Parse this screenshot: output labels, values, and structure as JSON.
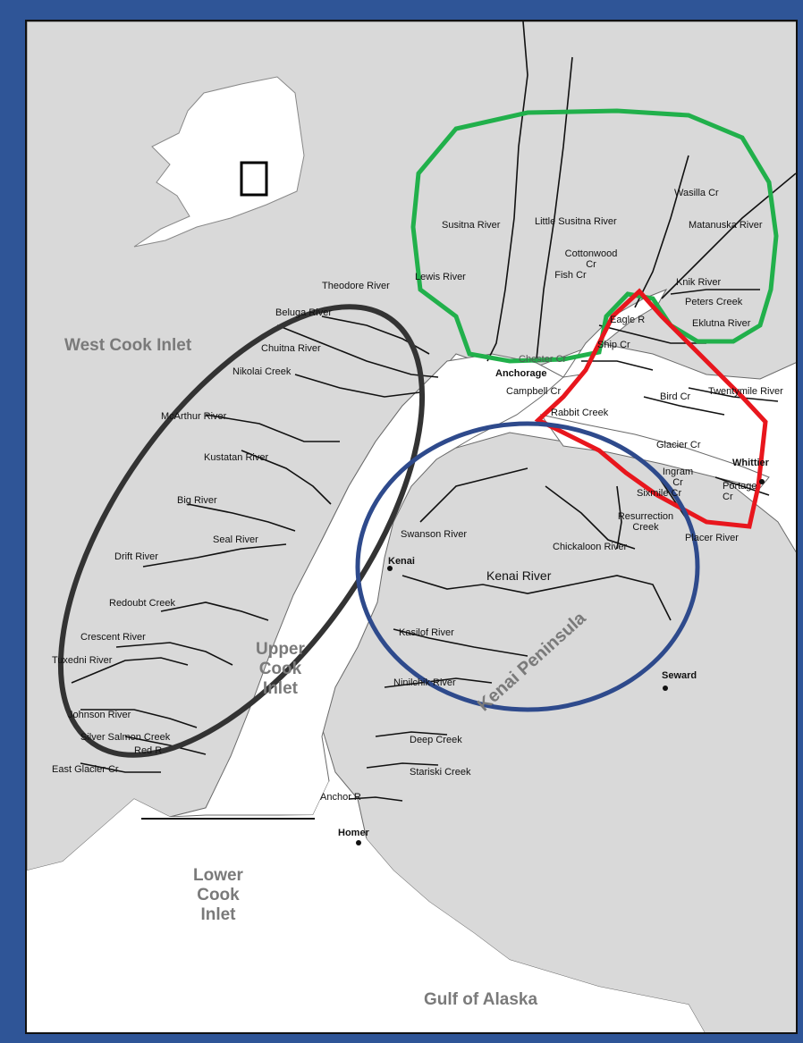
{
  "colors": {
    "background": "#2f5597",
    "land": "#d9d9d9",
    "water": "#ffffff",
    "river": "#111111",
    "zone_west": "#333333",
    "zone_north": "#21b04b",
    "zone_east": "#e8161d",
    "zone_south": "#2e4a8c"
  },
  "regions": {
    "west_cook_inlet": "West Cook Inlet",
    "upper_cook_inlet": "Upper\nCook\nInlet",
    "lower_cook_inlet": "Lower\nCook\nInlet",
    "kenai_peninsula": "Kenai Peninsula",
    "gulf_of_alaska": "Gulf of Alaska"
  },
  "towns": {
    "anchorage": "Anchorage",
    "kenai": "Kenai",
    "homer": "Homer",
    "seward": "Seward",
    "whittier": "Whittier"
  },
  "rivers_west": [
    "Theodore River",
    "Lewis River",
    "Beluga River",
    "Chuitna River",
    "Nikolai Creek",
    "McArthur River",
    "Kustatan River",
    "Big River",
    "Seal River",
    "Drift River",
    "Redoubt Creek",
    "Crescent River",
    "Tuxedni River",
    "Johnson River",
    "Silver Salmon Creek",
    "Red R",
    "East Glacier Cr"
  ],
  "rivers_north": [
    "Susitna River",
    "Little Susitna River",
    "Wasilla Cr",
    "Matanuska River",
    "Cottonwood Cr",
    "Fish Cr",
    "Knik River",
    "Peters Creek",
    "Eklutna River"
  ],
  "rivers_east": [
    "Eagle R",
    "Ship Cr",
    "Chester Cr",
    "Campbell Cr",
    "Rabbit Creek",
    "Bird Cr",
    "Twentymile River",
    "Glacier Cr",
    "Ingram Cr",
    "Sixmile Cr",
    "Portage Cr",
    "Resurrection Creek",
    "Placer River"
  ],
  "rivers_south": [
    "Swanson River",
    "Chickaloon River",
    "Kenai River",
    "Kasilof River",
    "Ninilchik River",
    "Deep Creek",
    "Stariski Creek",
    "Anchor R"
  ]
}
